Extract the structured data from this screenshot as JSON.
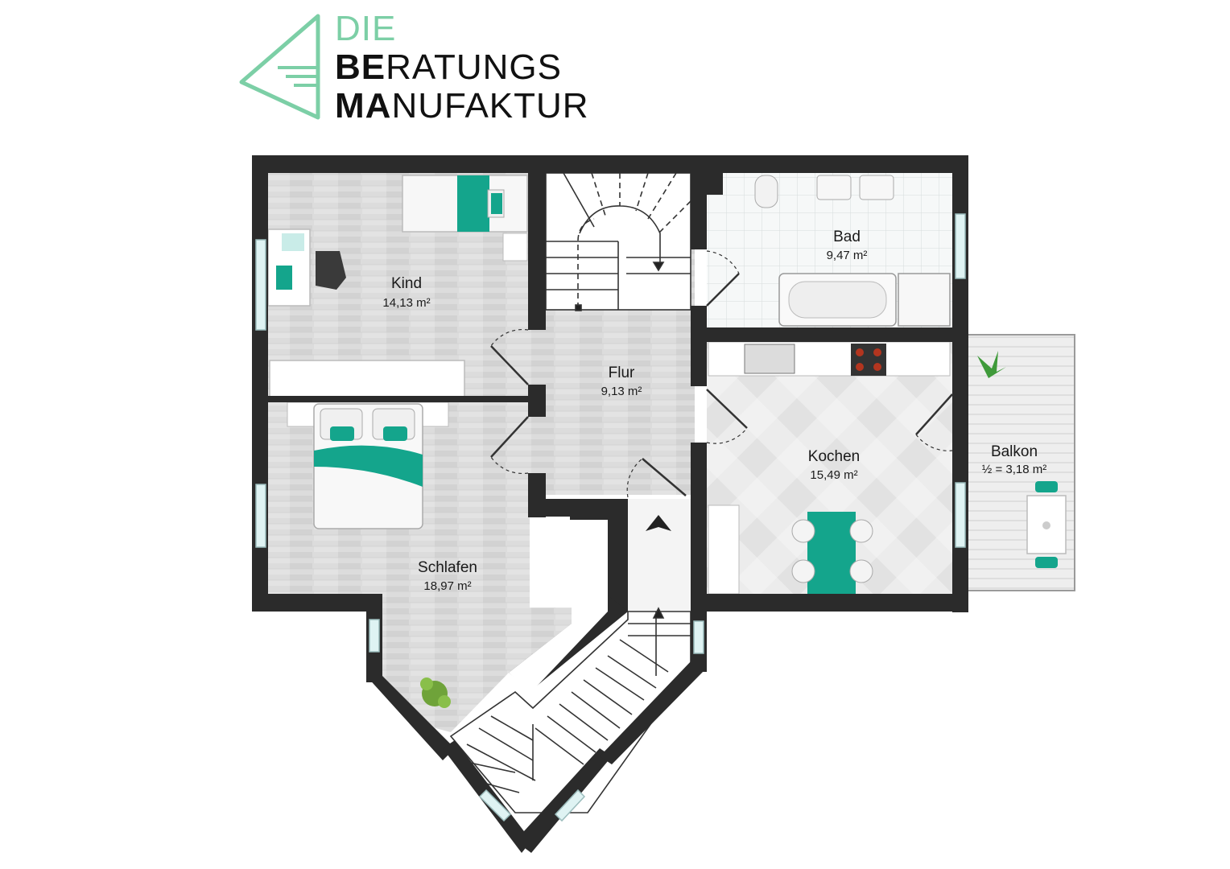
{
  "logo": {
    "line1": "DIE",
    "line2_bold": "BE",
    "line2_rest": "RATUNGS",
    "line3_bold": "MA",
    "line3_rest": "NUFAKTUR",
    "accent_color": "#7ccfa6",
    "text_color": "#111111"
  },
  "colors": {
    "wall": "#2b2b2b",
    "floor_wood": "#d9d9d9",
    "floor_tile": "#f2f4f4",
    "teal": "#14a58c",
    "window": "#dff3f3"
  },
  "rooms": [
    {
      "key": "kind",
      "name": "Kind",
      "area": "14,13 m²"
    },
    {
      "key": "bad",
      "name": "Bad",
      "area": "9,47 m²"
    },
    {
      "key": "flur",
      "name": "Flur",
      "area": "9,13 m²"
    },
    {
      "key": "kochen",
      "name": "Kochen",
      "area": "15,49 m²"
    },
    {
      "key": "balkon",
      "name": "Balkon",
      "area": "½ = 3,18 m²"
    },
    {
      "key": "schlafen",
      "name": "Schlafen",
      "area": "18,97 m²"
    }
  ]
}
